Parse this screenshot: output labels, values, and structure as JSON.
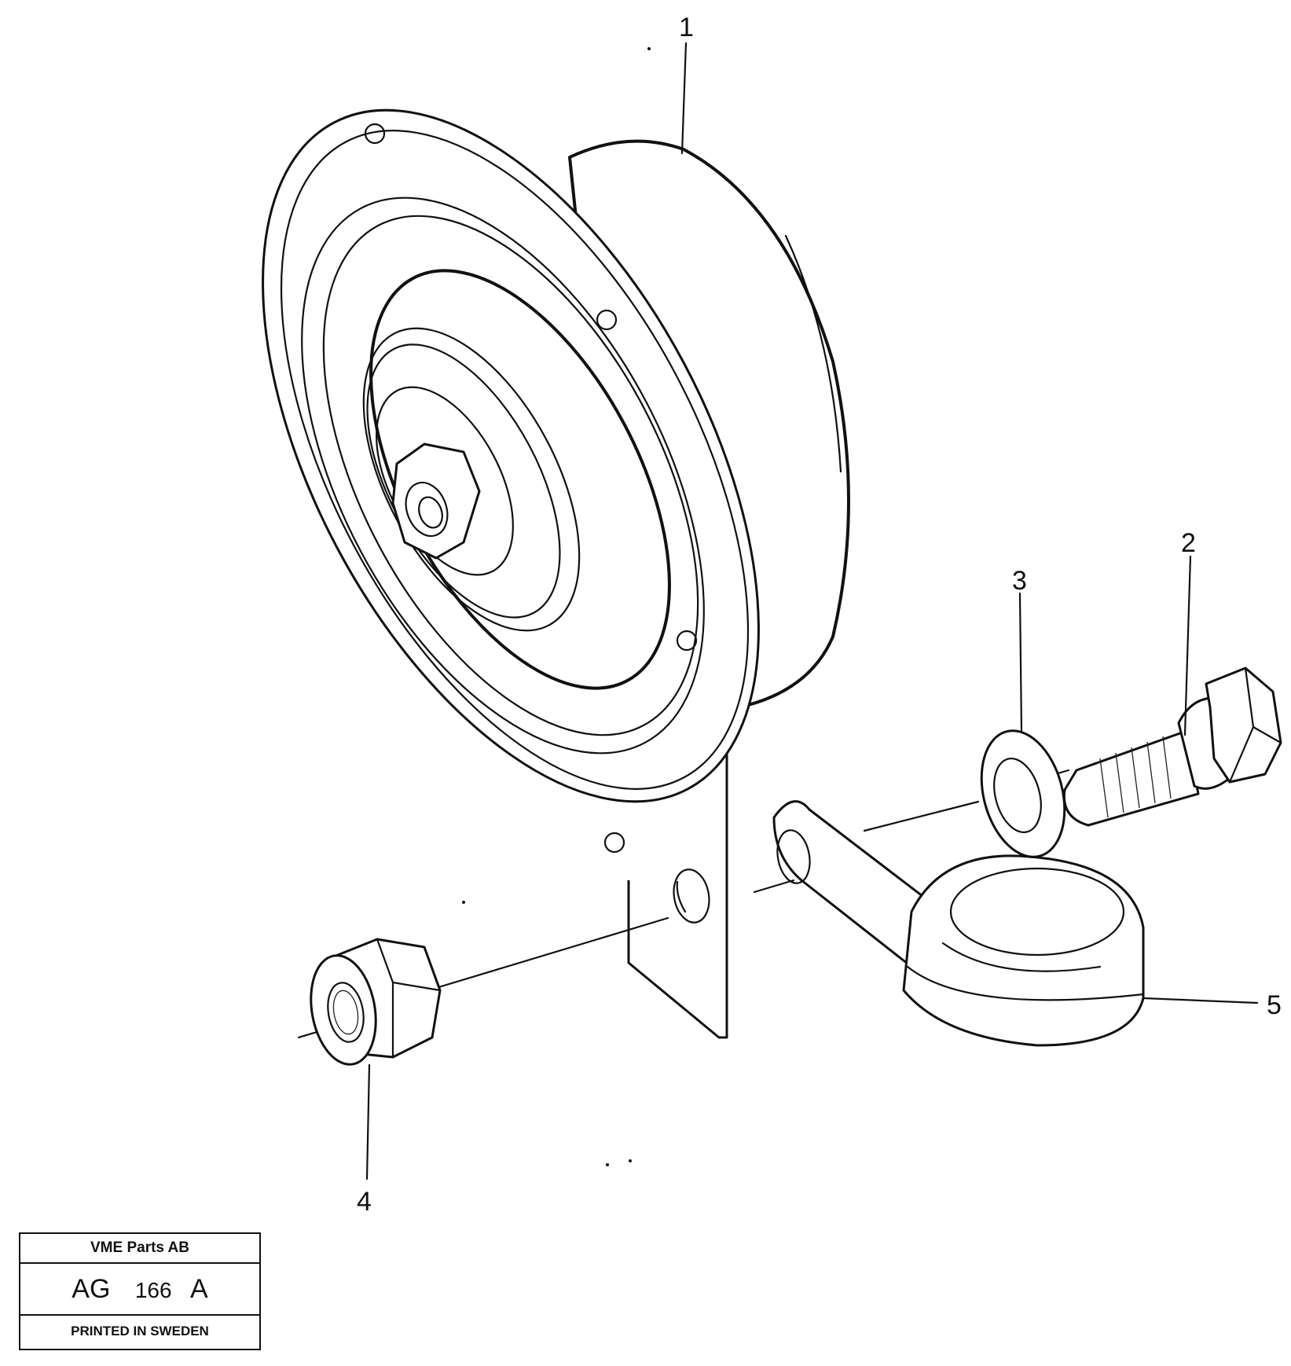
{
  "figure": {
    "part_name": "horn-assembly",
    "callouts": [
      {
        "id": "callout-1",
        "label": "1",
        "part": "horn"
      },
      {
        "id": "callout-2",
        "label": "2",
        "part": "screw"
      },
      {
        "id": "callout-3",
        "label": "3",
        "part": "washer"
      },
      {
        "id": "callout-4",
        "label": "4",
        "part": "lock-nut"
      },
      {
        "id": "callout-5",
        "label": "5",
        "part": "cable-clamp"
      }
    ]
  },
  "title_block": {
    "company": "VME Parts AB",
    "drawing_prefix": "AG",
    "drawing_number": "166",
    "drawing_suffix": "A",
    "printed": "PRINTED IN SWEDEN"
  }
}
